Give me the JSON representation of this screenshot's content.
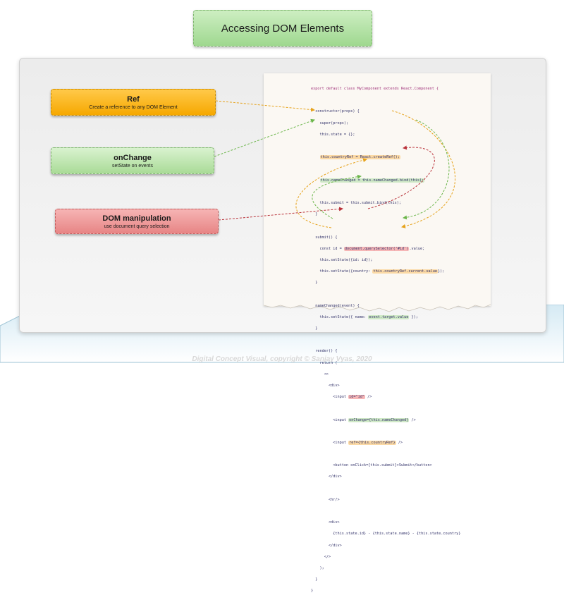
{
  "title": "Accessing DOM Elements",
  "cards": {
    "ref": {
      "title": "Ref",
      "subtitle": "Create a reference to any DOM Element"
    },
    "onchange": {
      "title": "onChange",
      "subtitle": "setState on events"
    },
    "dom": {
      "title": "DOM manipulation",
      "subtitle": "use document query selection"
    }
  },
  "code": {
    "line0": "export default class MyComponent extends React.Component {",
    "line1": "",
    "line2": "  constructor(props) {",
    "line3": "    super(props);",
    "line4": "    this.state = {};",
    "line5": "",
    "line6a": "    ",
    "line6b": "this.countryRef = React.createRef();",
    "line7": "",
    "line8a": "    ",
    "line8b": "this.nameChanged = this.nameChanged.bind(this);",
    "line9": "",
    "line10": "    this.submit = this.submit.bind(this);",
    "line11": "  }",
    "line12": "",
    "line13": "  submit() {",
    "line14a": "    const id = ",
    "line14b": "document.querySelector('#id')",
    "line14c": ".value;",
    "line15": "    this.setState({id: id});",
    "line16a": "    this.setState({country: ",
    "line16b": "this.countryRef.current.value",
    "line16c": "});",
    "line17": "  }",
    "line18": "",
    "line19": "  nameChanged(event) {",
    "line20a": "    this.setState({ name: ",
    "line20b": "event.target.value",
    "line20c": " });",
    "line21": "  }",
    "line22": "",
    "line23": "  render() {",
    "line24": "    return (",
    "line25": "      <>",
    "line26": "        <div>",
    "line27a": "          <input ",
    "line27b": "id=\"id\"",
    "line27c": " />",
    "line28": "",
    "line29a": "          <input ",
    "line29b": "onChange={this.nameChanged}",
    "line29c": " />",
    "line30": "",
    "line31a": "          <input ",
    "line31b": "ref={this.countryRef}",
    "line31c": " />",
    "line32": "",
    "line33": "          <button onClick={this.submit}>Submit</button>",
    "line34": "        </div>",
    "line35": "",
    "line36": "        <hr/>",
    "line37": "",
    "line38": "        <div>",
    "line39": "          {this.state.id} - {this.state.name} - {this.state.country}",
    "line40": "        </div>",
    "line41": "      </>",
    "line42": "    );",
    "line43": "  }",
    "line44": "}"
  },
  "footer": "Digital Concept Visual, copyright © Sanjay Vyas, 2020",
  "colors": {
    "ref": "#e6a21a",
    "onchange": "#6bb64a",
    "dom": "#b9323a"
  }
}
